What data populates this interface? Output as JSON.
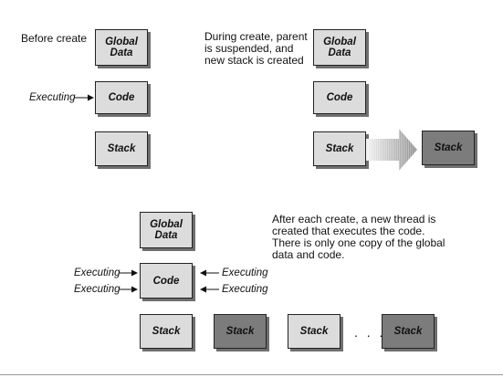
{
  "panels": {
    "before": {
      "caption": "Before create",
      "executing_label": "Executing",
      "global_data": "Global\nData",
      "code": "Code",
      "stack": "Stack"
    },
    "during": {
      "caption": "During create, parent\nis suspended, and\nnew stack is created",
      "global_data": "Global\nData",
      "code": "Code",
      "stack": "Stack",
      "new_stack": "Stack"
    },
    "after": {
      "caption": "After each create, a new thread is\ncreated that executes the code.\nThere is only one copy of the global\ndata and code.",
      "global_data": "Global\nData",
      "code": "Code",
      "executing_left": [
        "Executing",
        "Executing"
      ],
      "executing_right": [
        "Executing",
        "Executing"
      ],
      "stacks": [
        "Stack",
        "Stack",
        "Stack",
        "Stack"
      ],
      "ellipsis": ". . ."
    }
  },
  "colors": {
    "box_light": "#dcdcdc",
    "box_dark": "#7c7c7c",
    "shadow": "#6f6f6f",
    "border": "#222222"
  }
}
